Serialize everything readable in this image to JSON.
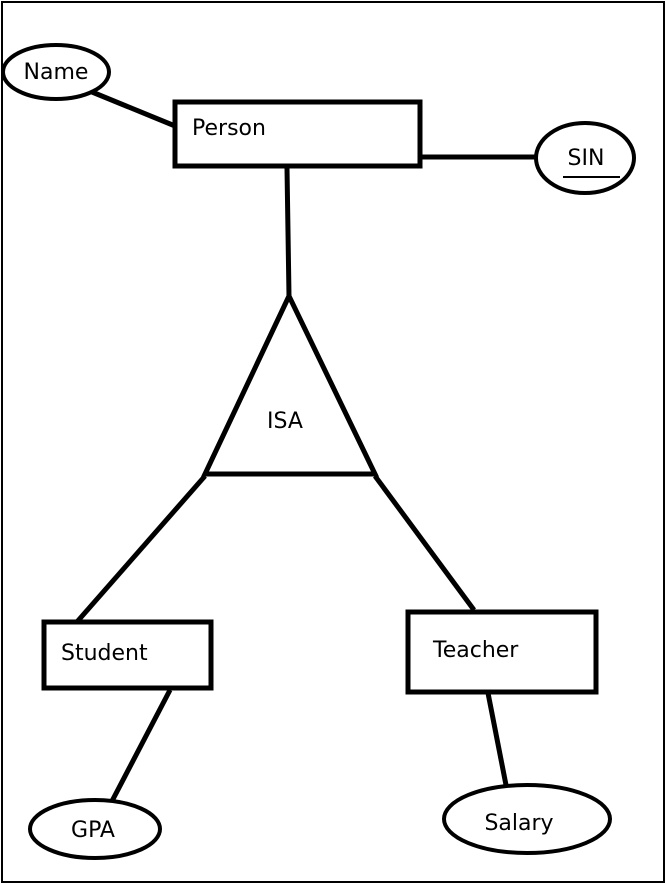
{
  "diagram": {
    "entities": {
      "person": "Person",
      "student": "Student",
      "teacher": "Teacher"
    },
    "attributes": {
      "name": "Name",
      "sin": "SIN",
      "gpa": "GPA",
      "salary": "Salary"
    },
    "relationship": {
      "isa": "ISA"
    }
  },
  "colors": {
    "stroke": "#000000",
    "background": "#ffffff"
  }
}
